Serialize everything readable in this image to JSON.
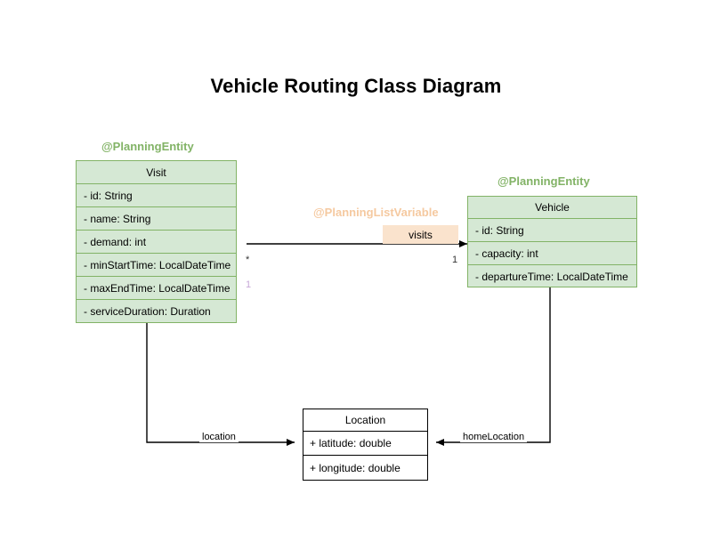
{
  "title": "Vehicle Routing Class Diagram",
  "colors": {
    "entity_fill": "#d5e8d4",
    "entity_border": "#82b366",
    "annotation_entity": "#82b366",
    "annotation_list_variable": "#f5c9a0",
    "badge_fill": "#fae3cd",
    "plain_border": "#000000",
    "multiplicity_muted": "#c7a8d8",
    "background": "#ffffff"
  },
  "annotations": {
    "visit": "@PlanningEntity",
    "vehicle": "@PlanningEntity",
    "list_variable": "@PlanningListVariable"
  },
  "classes": {
    "visit": {
      "name": "Visit",
      "attributes": [
        "- id: String",
        "- name: String",
        "- demand: int",
        "- minStartTime: LocalDateTime",
        "- maxEndTime: LocalDateTime",
        "- serviceDuration: Duration"
      ]
    },
    "vehicle": {
      "name": "Vehicle",
      "attributes": [
        "- id: String",
        "- capacity: int",
        "- departureTime: LocalDateTime"
      ]
    },
    "location": {
      "name": "Location",
      "attributes": [
        "+ latitude: double",
        "+ longitude: double"
      ]
    }
  },
  "relationships": {
    "visits": {
      "label": "visits",
      "source_multiplicity": "1",
      "target_multiplicity": "*",
      "visit_side_multiplicity": "1"
    },
    "visit_location": {
      "label": "location"
    },
    "vehicle_home_location": {
      "label": "homeLocation"
    }
  }
}
